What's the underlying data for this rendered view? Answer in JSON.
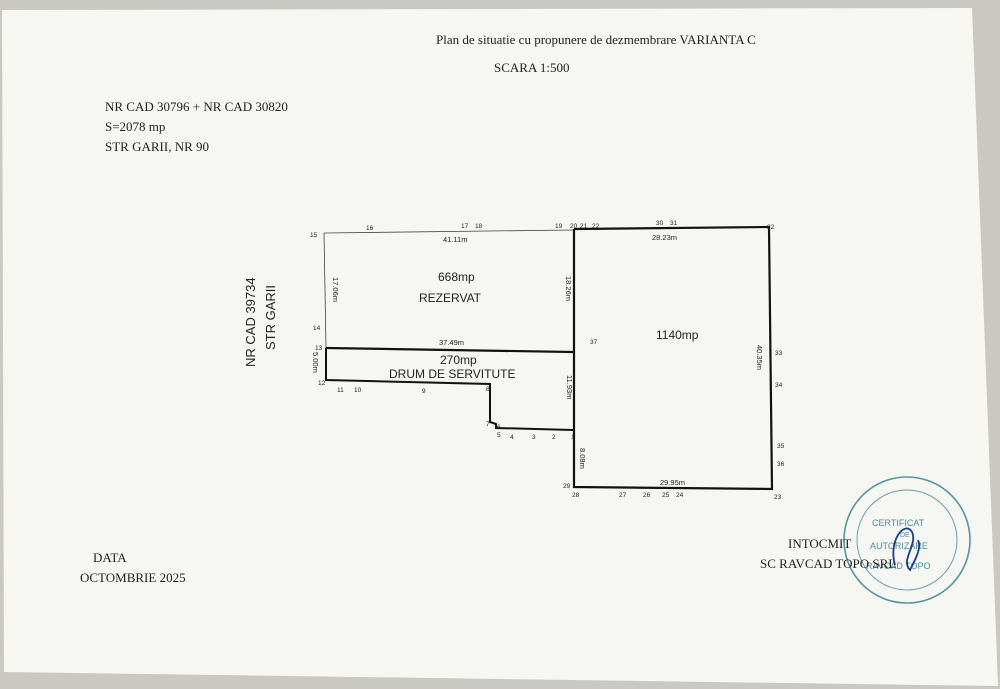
{
  "header": {
    "title": "Plan de situatie cu propunere de dezmembrare VARIANTA C",
    "scale": "SCARA 1:500"
  },
  "info": {
    "cad": "NR CAD 30796 + NR CAD 30820",
    "area": "S=2078 mp",
    "street": "STR GARII, NR 90"
  },
  "side_labels": {
    "neighbor_cad": "NR CAD 39734",
    "street_name": "STR GARII"
  },
  "lots": {
    "lot_a_area": "668mp",
    "lot_a_name": "REZERVAT",
    "lot_b_area": "270mp",
    "lot_b_name": "DRUM DE SERVITUTE",
    "lot_c_area": "1140mp"
  },
  "dimensions": {
    "top_a": "41.11m",
    "left_a": "17.06m",
    "mid_a": "37.49m",
    "left_b": "5.00m",
    "right_a": "18.26m",
    "right_b": "11.93m",
    "left_c_low": "8.08m",
    "top_c": "28.23m",
    "right_c": "40.35m",
    "bottom_c": "29.95m"
  },
  "points": {
    "p1": "1",
    "p2": "2",
    "p3": "3",
    "p4": "4",
    "p5": "5",
    "p6": "6",
    "p7": "7",
    "p8": "8",
    "p9": "9",
    "p10": "10",
    "p11": "11",
    "p12": "12",
    "p13": "13",
    "p14": "14",
    "p15": "15",
    "p16": "16",
    "p17": "17",
    "p18": "18",
    "p19": "19",
    "p20": "20",
    "p21": "21",
    "p22": "22",
    "p23": "23",
    "p24": "24",
    "p25": "25",
    "p26": "26",
    "p27": "27",
    "p28": "28",
    "p29": "29",
    "p30": "30",
    "p31": "31",
    "p32": "32",
    "p33": "33",
    "p34": "34",
    "p35": "35",
    "p36": "36",
    "p37": "37"
  },
  "footer": {
    "date_label": "DATA",
    "date_value": "OCTOMBRIE 2025",
    "made_by": "INTOCMIT",
    "company": "SC RAVCAD TOPO SRL"
  },
  "stamp": {
    "line1": "CERTIFICAT",
    "line2": "DE",
    "line3": "AUTORIZARE",
    "line4": "RAVCAD TOPO",
    "color": "#2f7d8a"
  }
}
